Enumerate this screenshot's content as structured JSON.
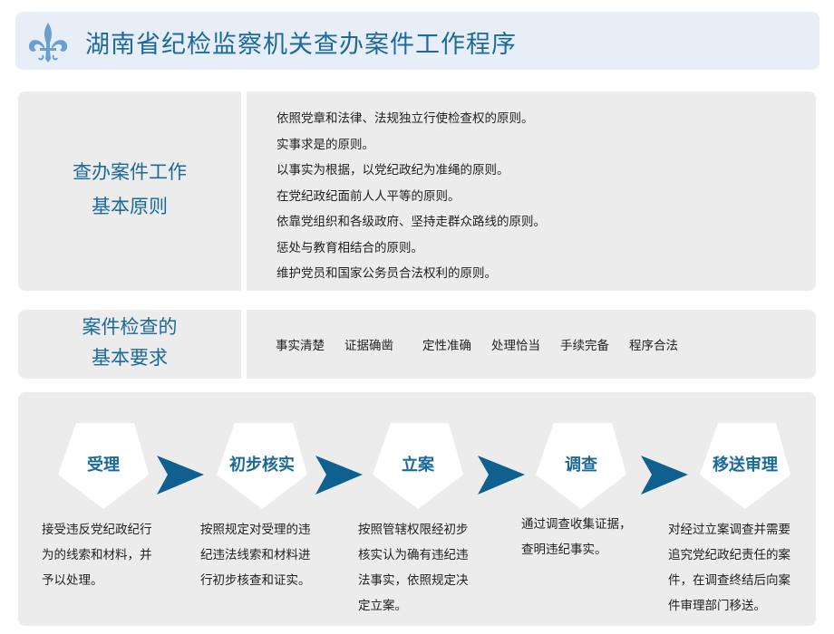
{
  "header": {
    "title": "湖南省纪检监察机关查办案件工作程序",
    "logo_icon": "fleur-de-lis-icon"
  },
  "principles": {
    "heading_lines": [
      "查办案件工作",
      "基本原则"
    ],
    "items": [
      "依照党章和法律、法规独立行使检查权的原则。",
      "实事求是的原则。",
      "以事实为根据，以党纪政纪为准绳的原则。",
      "在党纪政纪面前人人平等的原则。",
      "依靠党组织和各级政府、坚持走群众路线的原则。",
      "惩处与教育相结合的原则。",
      "维护党员和国家公务员合法权利的原则。"
    ]
  },
  "requirements": {
    "heading_lines": [
      "案件检查的",
      "基本要求"
    ],
    "items": [
      "事实清楚",
      "证据确凿",
      "定性准确",
      "处理恰当",
      "手续完备",
      "程序合法"
    ]
  },
  "steps": [
    {
      "label": "受理",
      "lines": [
        "接受违反党纪政纪行",
        "为的线索和材料，并",
        "予以处理。"
      ]
    },
    {
      "label": "初步核实",
      "lines": [
        "按照规定对受理的违",
        "纪违法线索和材料进",
        "行初步核查和证实。"
      ]
    },
    {
      "label": "立案",
      "lines": [
        "按照管辖权限经初步",
        "核实认为确有违纪违",
        "法事实，依照规定决",
        "定立案。"
      ]
    },
    {
      "label": "调查",
      "lines": [
        "通过调查收集证据，",
        "查明违纪事实。"
      ]
    },
    {
      "label": "移送审理",
      "lines": [
        "对经过立案调查并需要",
        "追究党纪政纪责任的案",
        "件，在调查终结后向案",
        "件审理部门移送。"
      ]
    }
  ],
  "colors": {
    "accent": "#1b6a9a",
    "arrow": "#0f5f8f",
    "logo": "#6a9fd0"
  }
}
